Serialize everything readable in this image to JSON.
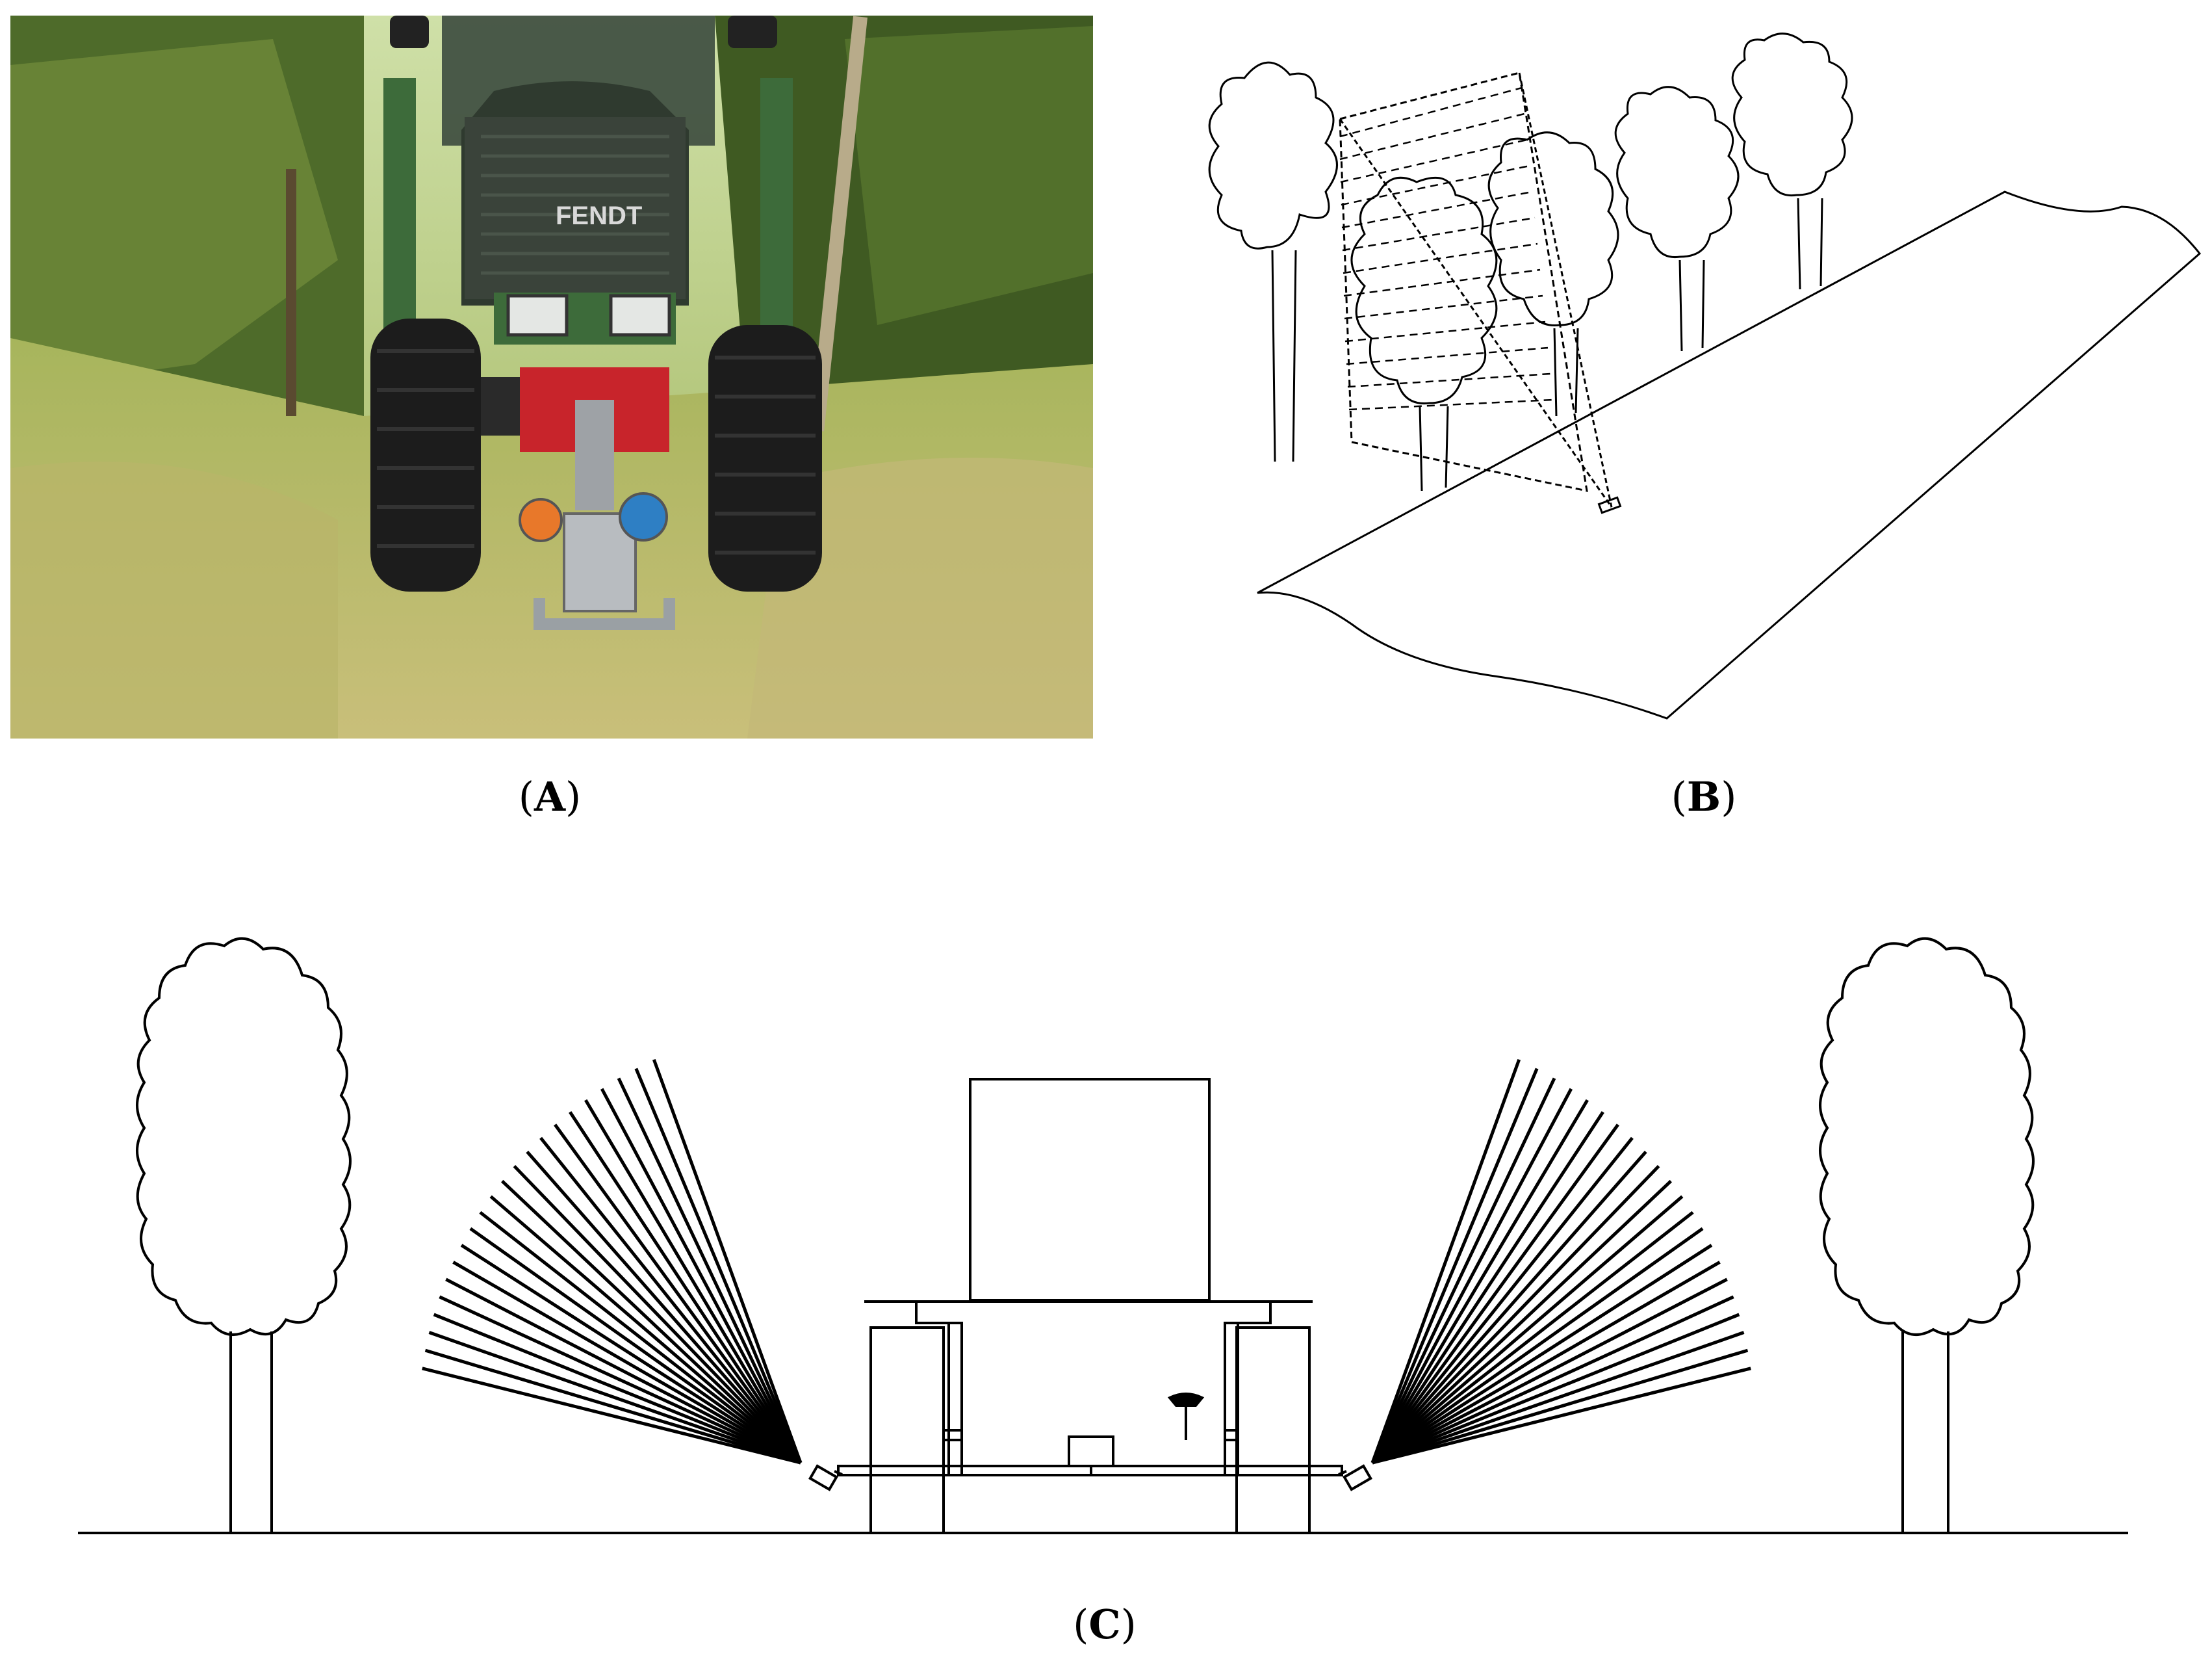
{
  "panels": {
    "a": {
      "caption_open": "(",
      "caption_letter": "A",
      "caption_close": ")"
    },
    "b": {
      "caption_open": "(",
      "caption_letter": "B",
      "caption_close": ")"
    },
    "c": {
      "caption_open": "(",
      "caption_letter": "C",
      "caption_close": ")"
    }
  },
  "photo": {
    "tractor_brand": "FENDT"
  },
  "colors": {
    "line": "#000000",
    "grass": "#8fa04a",
    "foliage": "#3f5a22",
    "tractor": "#3d6b3a",
    "hood": "#2f3a2f",
    "red_box": "#c8242b",
    "sensor": "#b8bcc0",
    "sensor_orange": "#e8782a",
    "sensor_blue": "#2e7fc4"
  }
}
